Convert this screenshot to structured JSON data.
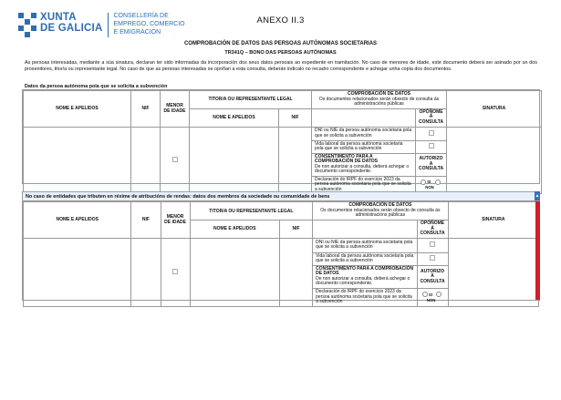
{
  "logo": {
    "name_line1": "XUNTA",
    "name_line2": "DE GALICIA",
    "dept_line1": "CONSELLERÍA DE",
    "dept_line2": "EMPREGO, COMERCIO",
    "dept_line3": "E EMIGRACIÓN"
  },
  "annex": "ANEXO II.3",
  "doc_title": "COMPROBACIÓN DE DATOS DAS PERSOAS AUTÓNOMAS SOCIETARIAS",
  "doc_subtitle": "TR341Q – BONO DAS PERSOAS AUTÓNOMAS",
  "intro": "As persoas interesadas, mediante a súa sinatura, declaran ter sido informadas da incorporación dos seus datos persoais ao expediente en tramitación. No caso de menores de idade, este documento deberá ser asinado por un dos proxenitores, titor/a ou representante legal. No caso de que as persoas interesadas se opoñan a esta consulta, deberán indicalo no recadro correspondente e achegar unha copia dos documentos.",
  "section1_label": "Datos da persoa autónoma pola que se solicita a subvención",
  "section2_label": "No caso de entidades que tributen en réxime de atribucións de rendas: datos dos membros da sociedade ou comunidade de bens",
  "table": {
    "col_name": "NOME E APELIDOS",
    "col_nif": "NIF",
    "col_minor": "MENOR DE IDADE",
    "col_guardian": "TITOR/A OU REPRESENTANTE LEGAL",
    "col_guardian_name": "NOME E APELIDOS",
    "col_guardian_nif": "NIF",
    "col_check": "COMPROBACIÓN DE DATOS",
    "col_check_note": "Os documentos relacionados serán obxecto de consulta ás administracións públicas",
    "col_oppose": "OPÓÑOME Á CONSULTA",
    "col_signature": "SINATURA",
    "doc1": "DNI ou NIE da persoa autónoma societaria pola que se solicita a subvención",
    "doc2": "Vida laboral da persoa autónoma societaria pola que se solicita a subvención",
    "consent_title": "CONSENTIMENTO PARA A COMPROBACIÓN DE DATOS",
    "consent_text": "De non autorizar a consulta, deberá achegar o documento correspondente.",
    "authorize": "AUTORIZO A CONSULTA",
    "doc3": "Declaración do IRPF do exercicio 2023 da persoa autónoma societaria pola que se solicita a subvención",
    "yes": "SI",
    "no": "NON"
  },
  "colors": {
    "brand": "#2f6db0",
    "scrollbar": "#d01e2a"
  }
}
